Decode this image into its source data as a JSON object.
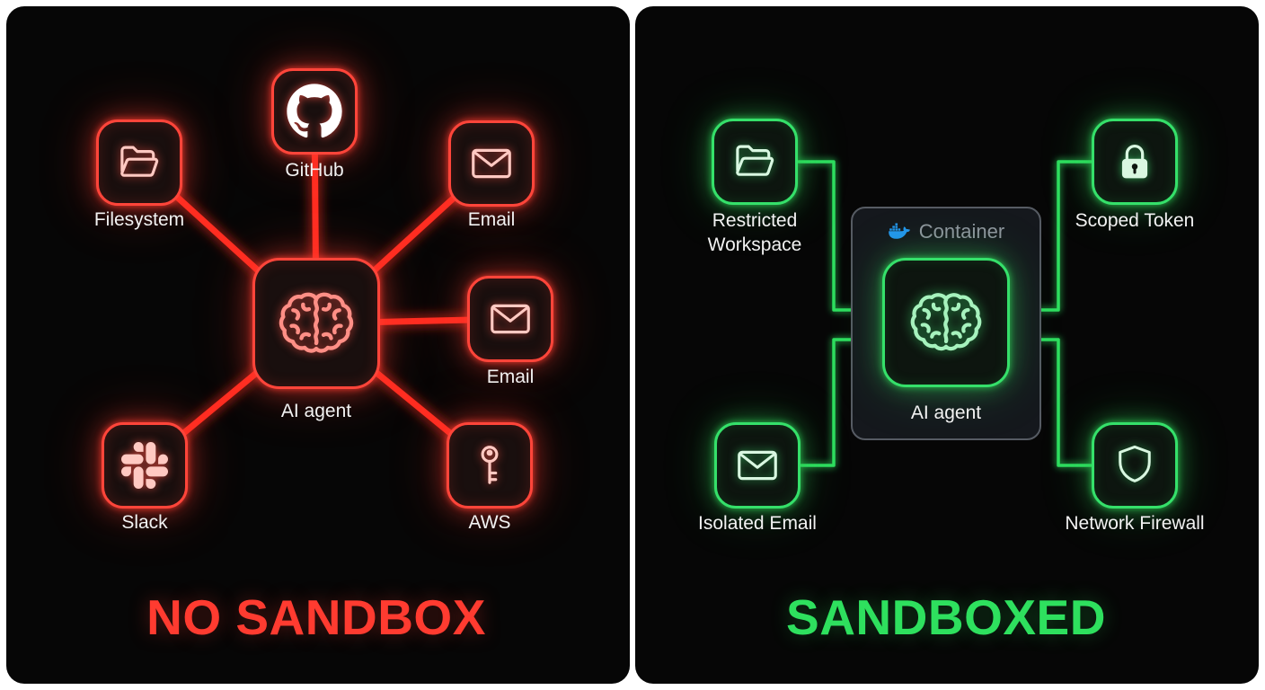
{
  "left_panel": {
    "title": "NO SANDBOX",
    "accent_color": "#ff3b30",
    "agent": {
      "label": "AI agent",
      "icon": "brain-icon"
    },
    "nodes": [
      {
        "id": "filesystem",
        "label": "Filesystem",
        "icon": "folder-icon"
      },
      {
        "id": "github",
        "label": "GitHub",
        "icon": "github-icon"
      },
      {
        "id": "email-top",
        "label": "Email",
        "icon": "envelope-icon"
      },
      {
        "id": "email-right",
        "label": "Email",
        "icon": "envelope-icon"
      },
      {
        "id": "slack",
        "label": "Slack",
        "icon": "slack-icon"
      },
      {
        "id": "aws",
        "label": "AWS",
        "icon": "key-icon"
      }
    ]
  },
  "right_panel": {
    "title": "SANDBOXED",
    "accent_color": "#30d158",
    "container": {
      "label": "Container",
      "icon": "docker-icon",
      "border_color": "#565b63"
    },
    "agent": {
      "label": "AI agent",
      "icon": "brain-icon"
    },
    "nodes": [
      {
        "id": "restricted-workspace",
        "label": "Restricted Workspace",
        "icon": "folder-icon"
      },
      {
        "id": "scoped-token",
        "label": "Scoped Token",
        "icon": "lock-icon"
      },
      {
        "id": "isolated-email",
        "label": "Isolated Email",
        "icon": "envelope-icon"
      },
      {
        "id": "network-firewall",
        "label": "Network Firewall",
        "icon": "shield-icon"
      }
    ]
  }
}
